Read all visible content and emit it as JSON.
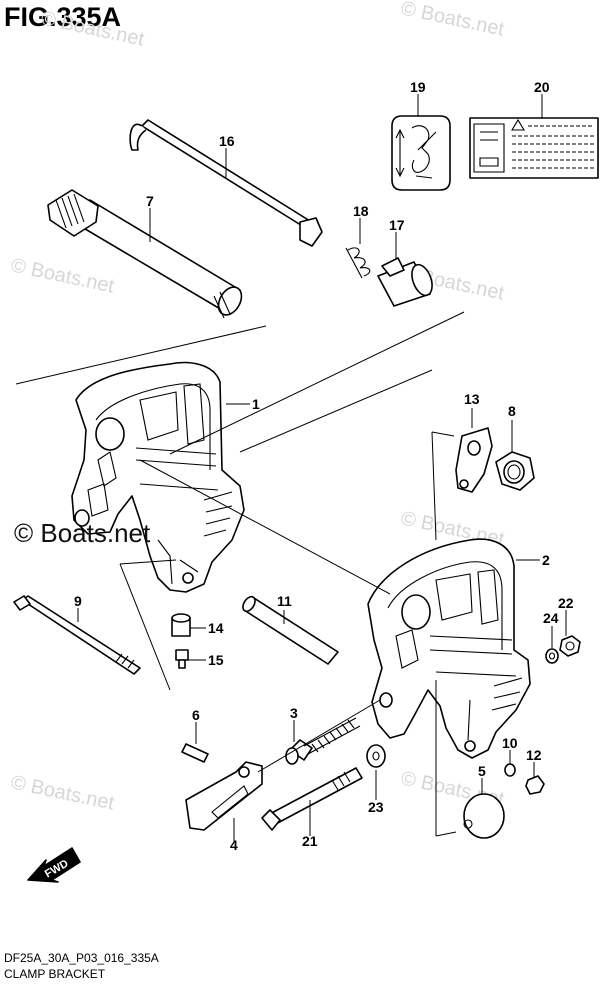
{
  "figure": {
    "title": "FIG.335A"
  },
  "footer": {
    "code": "DF25A_30A_P03_016_335A",
    "caption": "CLAMP BRACKET"
  },
  "watermark": {
    "main": "© Boats.net",
    "faint": "© Boats.net"
  },
  "fwd_label": "FWD",
  "labels": {
    "p1": "1",
    "p2": "2",
    "p3": "3",
    "p4": "4",
    "p5": "5",
    "p6": "6",
    "p7": "7",
    "p8": "8",
    "p9": "9",
    "p10": "10",
    "p11": "11",
    "p12": "12",
    "p13": "13",
    "p14": "14",
    "p15": "15",
    "p16": "16",
    "p17": "17",
    "p18": "18",
    "p19": "19",
    "p20": "20",
    "p21": "21",
    "p22": "22",
    "p23": "23",
    "p24": "24"
  }
}
